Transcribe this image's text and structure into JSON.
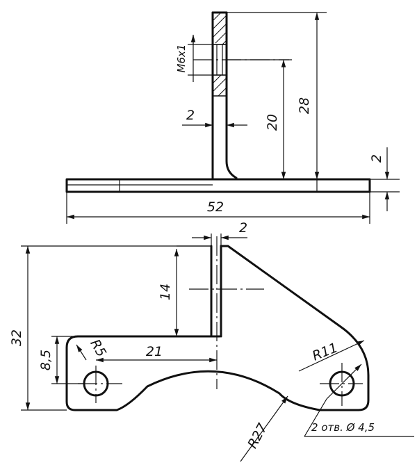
{
  "dimensions": {
    "height_28": "28",
    "height_20": "20",
    "thickness_2_upper": "2",
    "thickness_2_right": "2",
    "length_52": "52",
    "thickness_2_lower": "2",
    "height_14": "14",
    "height_32": "32",
    "height_8_5": "8,5",
    "radius_r5": "R5",
    "length_21": "21",
    "radius_r11": "R11",
    "radius_r27": "R27"
  },
  "annotations": {
    "thread": "M6x1",
    "holes": "2 отв. Ø 4,5"
  }
}
